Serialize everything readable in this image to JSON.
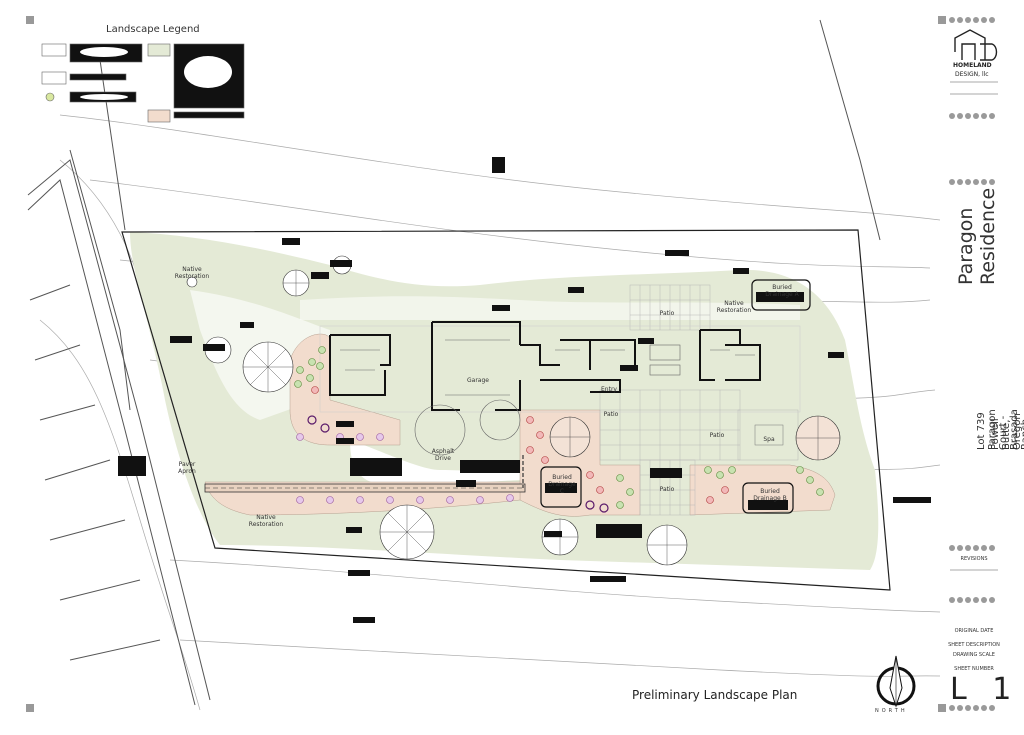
{
  "legend": {
    "title": "Landscape Legend"
  },
  "plan": {
    "title": "Preliminary Landscape Plan",
    "labels": {
      "native_restoration": "Native Restoration",
      "garage": "Garage",
      "entry": "Entry",
      "patio": "Patio",
      "spa": "Spa",
      "asphalt_drive": "Asphalt Drive",
      "paver_apron": "Paver Apron",
      "buried_drainage_a": "Buried Drainage A",
      "buried_drainage_b": "Buried Drainage B",
      "buried_drainage_c": "Buried Drainage C"
    }
  },
  "project": {
    "name": "Paragon Residence",
    "address_line1": "Lot 739 Paragon Court - Brasada Ranch",
    "address_line2": "Powell Butte, Oregon"
  },
  "firm": {
    "name": "HOMELAND",
    "name2": "DESIGN, llc"
  },
  "title_block": {
    "revisions": "REVISIONS",
    "original_date": "ORIGINAL DATE",
    "sheet_description": "SHEET DESCRIPTION",
    "drawing_scale": "DRAWING SCALE",
    "sheet_number_label": "SHEET NUMBER",
    "sheet_number": "L 1",
    "north": "NORTH"
  },
  "colors": {
    "native_green": "#e4ead6",
    "planting_pink": "#f2dccd",
    "linework": "#444444",
    "wall": "#111111"
  }
}
